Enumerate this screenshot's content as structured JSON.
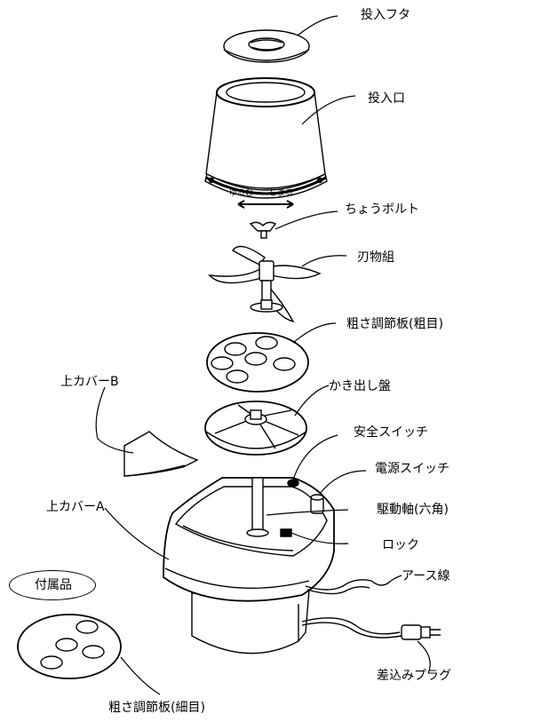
{
  "labels": {
    "feed_lid": "投入フタ",
    "feed_inlet": "投入口",
    "direction_loosen": "ゆるむ",
    "direction_tighten": "しまる",
    "wing_bolt": "ちょうボルト",
    "blade_set": "刃物組",
    "coarse_plate": "粗さ調節板(粗目)",
    "discharge_disc": "かき出し盤",
    "upper_cover_b": "上カバーB",
    "safety_switch": "安全スイッチ",
    "power_switch": "電源スイッチ",
    "upper_cover_a": "上カバーA",
    "drive_shaft": "駆動軸(六角)",
    "lock": "ロック",
    "ground_wire": "アース線",
    "plug": "差込みプラグ",
    "accessories": "付属品",
    "fine_plate": "粗さ調節板(細目)"
  }
}
